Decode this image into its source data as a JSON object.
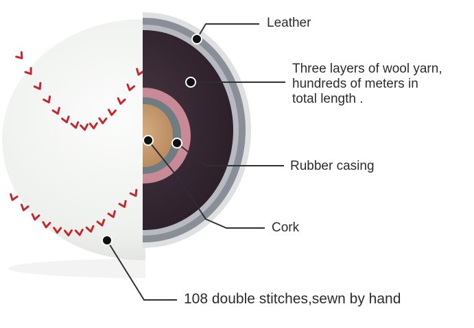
{
  "labels": {
    "leather": "Leather",
    "wool_line1": "Three layers of wool yarn,",
    "wool_line2": "hundreds of meters in",
    "wool_line3": "total length .",
    "rubber": "Rubber casing",
    "cork": "Cork",
    "stitches": "108 double stitches,sewn by hand"
  },
  "colors": {
    "leather": "#f1f3f1",
    "stitch": "#c4262c",
    "wool_dark": "#3b2c36",
    "wool_grey": "#8a8e96",
    "rubber_pink": "#c78a96",
    "rubber_grey": "#6f7d80",
    "cork": "#c79c72",
    "leader_line": "#2f2f2f"
  }
}
